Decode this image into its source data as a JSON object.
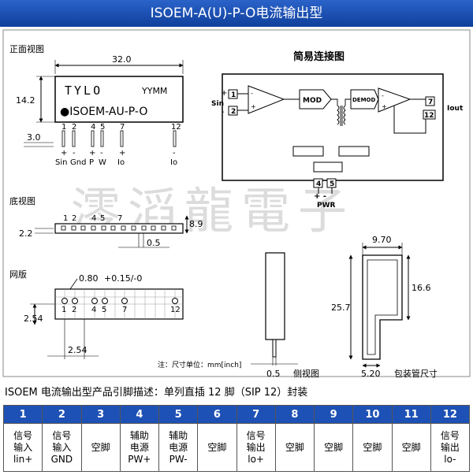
{
  "header": {
    "title": "ISOEM-A(U)-P-O电流输出型"
  },
  "views": {
    "front": "正面视图",
    "bottom": "底视图",
    "grid": "网版",
    "side": "侧视图",
    "package": "包装管尺寸",
    "schematic": "简易连接图"
  },
  "module": {
    "brand": "TYLO",
    "datecode": "YYMM",
    "model": "●ISOEM-AU-P-O"
  },
  "dims": {
    "width": "32.0",
    "height": "14.2",
    "pin_len": "3.0",
    "bottom_h": "2.2",
    "bottom_w": "8.9",
    "pin_w": "0.5",
    "pitch": "2.54",
    "pitch2": "2.54",
    "hole": "0.80",
    "hole_tol": "+0.15/-0",
    "side_t": "0.5",
    "pkg_w": "9.70",
    "pkg_h": "25.7",
    "pkg_inner": "16.6",
    "pkg_base": "5.20"
  },
  "front_pins": {
    "nums": [
      "1",
      "2",
      "4",
      "5",
      "7",
      "12"
    ],
    "signs": [
      "+",
      "-",
      "+",
      "-",
      "+",
      "-"
    ],
    "names": [
      "Sin",
      "Gnd",
      "P",
      "W",
      "Io",
      "Io"
    ]
  },
  "bottom_pins": {
    "nums": [
      "1",
      "2",
      "4",
      "5",
      "7"
    ]
  },
  "grid_pins": {
    "nums": [
      "1",
      "2",
      "4",
      "5",
      "7",
      "12"
    ]
  },
  "schematic": {
    "pin1": "1",
    "pin2": "2",
    "pin4": "4",
    "pin5": "5",
    "pin7": "7",
    "pin12": "12",
    "sin": "Sin",
    "plus": "+",
    "minus": "-",
    "mod": "MOD",
    "demod": "DEMOD",
    "iout": "Iout",
    "pwr": "PWR",
    "pwr_signs": "+ -"
  },
  "note": "注：尺寸单位：mm[inch]",
  "watermark": "澪滔龍電子",
  "description": "ISOEM 电流输出型产品引脚描述：单列直插 12 脚（SIP 12）封装",
  "pin_table": {
    "headers": [
      "1",
      "2",
      "3",
      "4",
      "5",
      "6",
      "7",
      "8",
      "9",
      "10",
      "11",
      "12"
    ],
    "cells": [
      [
        "信号",
        "输入",
        "lin+"
      ],
      [
        "信号",
        "输入",
        "GND"
      ],
      [
        "空脚"
      ],
      [
        "辅助",
        "电源",
        "PW+"
      ],
      [
        "辅助",
        "电源",
        "PW-"
      ],
      [
        "空脚"
      ],
      [
        "信号",
        "输出",
        "lo+"
      ],
      [
        "空脚"
      ],
      [
        "空脚"
      ],
      [
        "空脚"
      ],
      [
        "空脚"
      ],
      [
        "信号",
        "输出",
        "lo-"
      ]
    ]
  }
}
